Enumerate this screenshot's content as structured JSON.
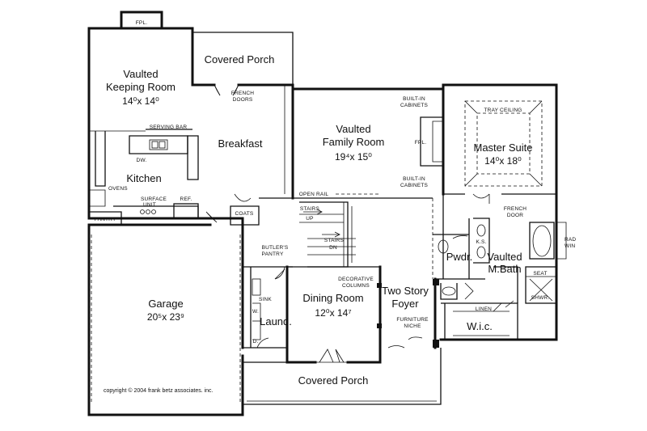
{
  "rooms": {
    "keeping": {
      "line1": "Vaulted",
      "line2": "Keeping Room",
      "dim": "14⁰x 14⁰"
    },
    "covered_porch_rear": {
      "name": "Covered Porch"
    },
    "breakfast": {
      "name": "Breakfast"
    },
    "family": {
      "line1": "Vaulted",
      "line2": "Family Room",
      "dim": "19⁴x 15⁰"
    },
    "master": {
      "name": "Master Suite",
      "dim": "14⁰x 18⁰"
    },
    "kitchen": {
      "name": "Kitchen"
    },
    "garage": {
      "name": "Garage",
      "dim": "20⁵x 23⁹"
    },
    "dining": {
      "name": "Dining Room",
      "dim": "12⁰x 14⁷"
    },
    "foyer": {
      "line1": "Two Story",
      "line2": "Foyer"
    },
    "laund": {
      "name": "Laund."
    },
    "pwdr": {
      "name": "Pwdr."
    },
    "mbath": {
      "line1": "Vaulted",
      "line2": "M.Bath"
    },
    "wic": {
      "name": "W.i.c."
    },
    "covered_porch_front": {
      "name": "Covered Porch"
    }
  },
  "labels": {
    "fpl_top": "FPL.",
    "french_doors_1": "FRENCH",
    "french_doors_2": "DOORS",
    "serving_bar": "SERVING BAR",
    "dw": "DW.",
    "ovens": "OVENS",
    "surface_unit_1": "SURFACE",
    "surface_unit_2": "UNIT",
    "ref": "REF.",
    "pantry": "PANTRY",
    "coats": "COATS",
    "builtin_top_1": "BUILT-IN",
    "builtin_top_2": "CABINETS",
    "builtin_bot_1": "BUILT-IN",
    "builtin_bot_2": "CABINETS",
    "fpl_family": "FPL.",
    "tray_ceiling": "TRAY CEILING",
    "open_rail": "OPEN RAIL",
    "stairs_up": "STAIRS",
    "up": "UP",
    "stairs_dn": "STAIRS",
    "dn": "DN",
    "butlers_1": "BUTLER'S",
    "butlers_2": "PANTRY",
    "deco_1": "DECORATIVE",
    "deco_2": "COLUMNS",
    "french_door_m1": "FRENCH",
    "french_door_m2": "DOOR",
    "ks": "K.S.",
    "seat": "SEAT",
    "shwr": "SHWR.",
    "linen": "LINEN",
    "sink": "SINK",
    "w": "W.",
    "d": "D.",
    "furniture_1": "FURNITURE",
    "furniture_2": "NICHE",
    "rad_1": "RAD",
    "rad_2": "WIN",
    "copyright": "copyright  ©  2004 frank betz associates. inc."
  }
}
